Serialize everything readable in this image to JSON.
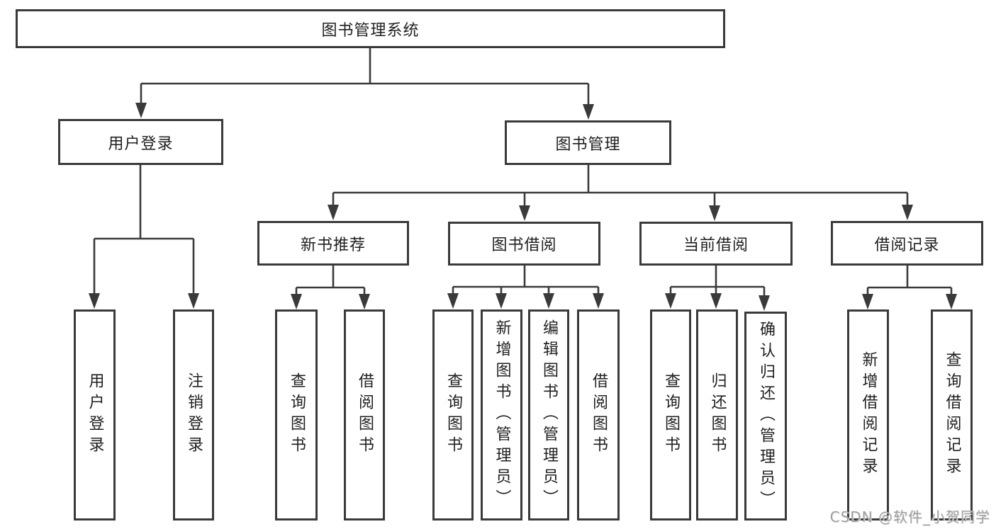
{
  "tree": {
    "root": "图书管理系统",
    "branches": [
      {
        "label": "用户登录",
        "children": [
          "用户登录",
          "注销登录"
        ]
      },
      {
        "label": "图书管理",
        "groups": [
          {
            "label": "新书推荐",
            "children": [
              "查询图书",
              "借阅图书"
            ]
          },
          {
            "label": "图书借阅",
            "children": [
              "查询图书",
              "新增图书（管理员）",
              "编辑图书（管理员）",
              "借阅图书"
            ]
          },
          {
            "label": "当前借阅",
            "children": [
              "查询图书",
              "归还图书",
              "确认归还（管理员）"
            ]
          },
          {
            "label": "借阅记录",
            "children": [
              "新增借阅记录",
              "查询借阅记录"
            ]
          }
        ]
      }
    ]
  },
  "watermark": "CSDN @软件_小贺同学",
  "colors": {
    "line": "#3a3a3a",
    "text": "#1f1f1f",
    "watermark": "#9f9f9f",
    "background": "#ffffff"
  }
}
